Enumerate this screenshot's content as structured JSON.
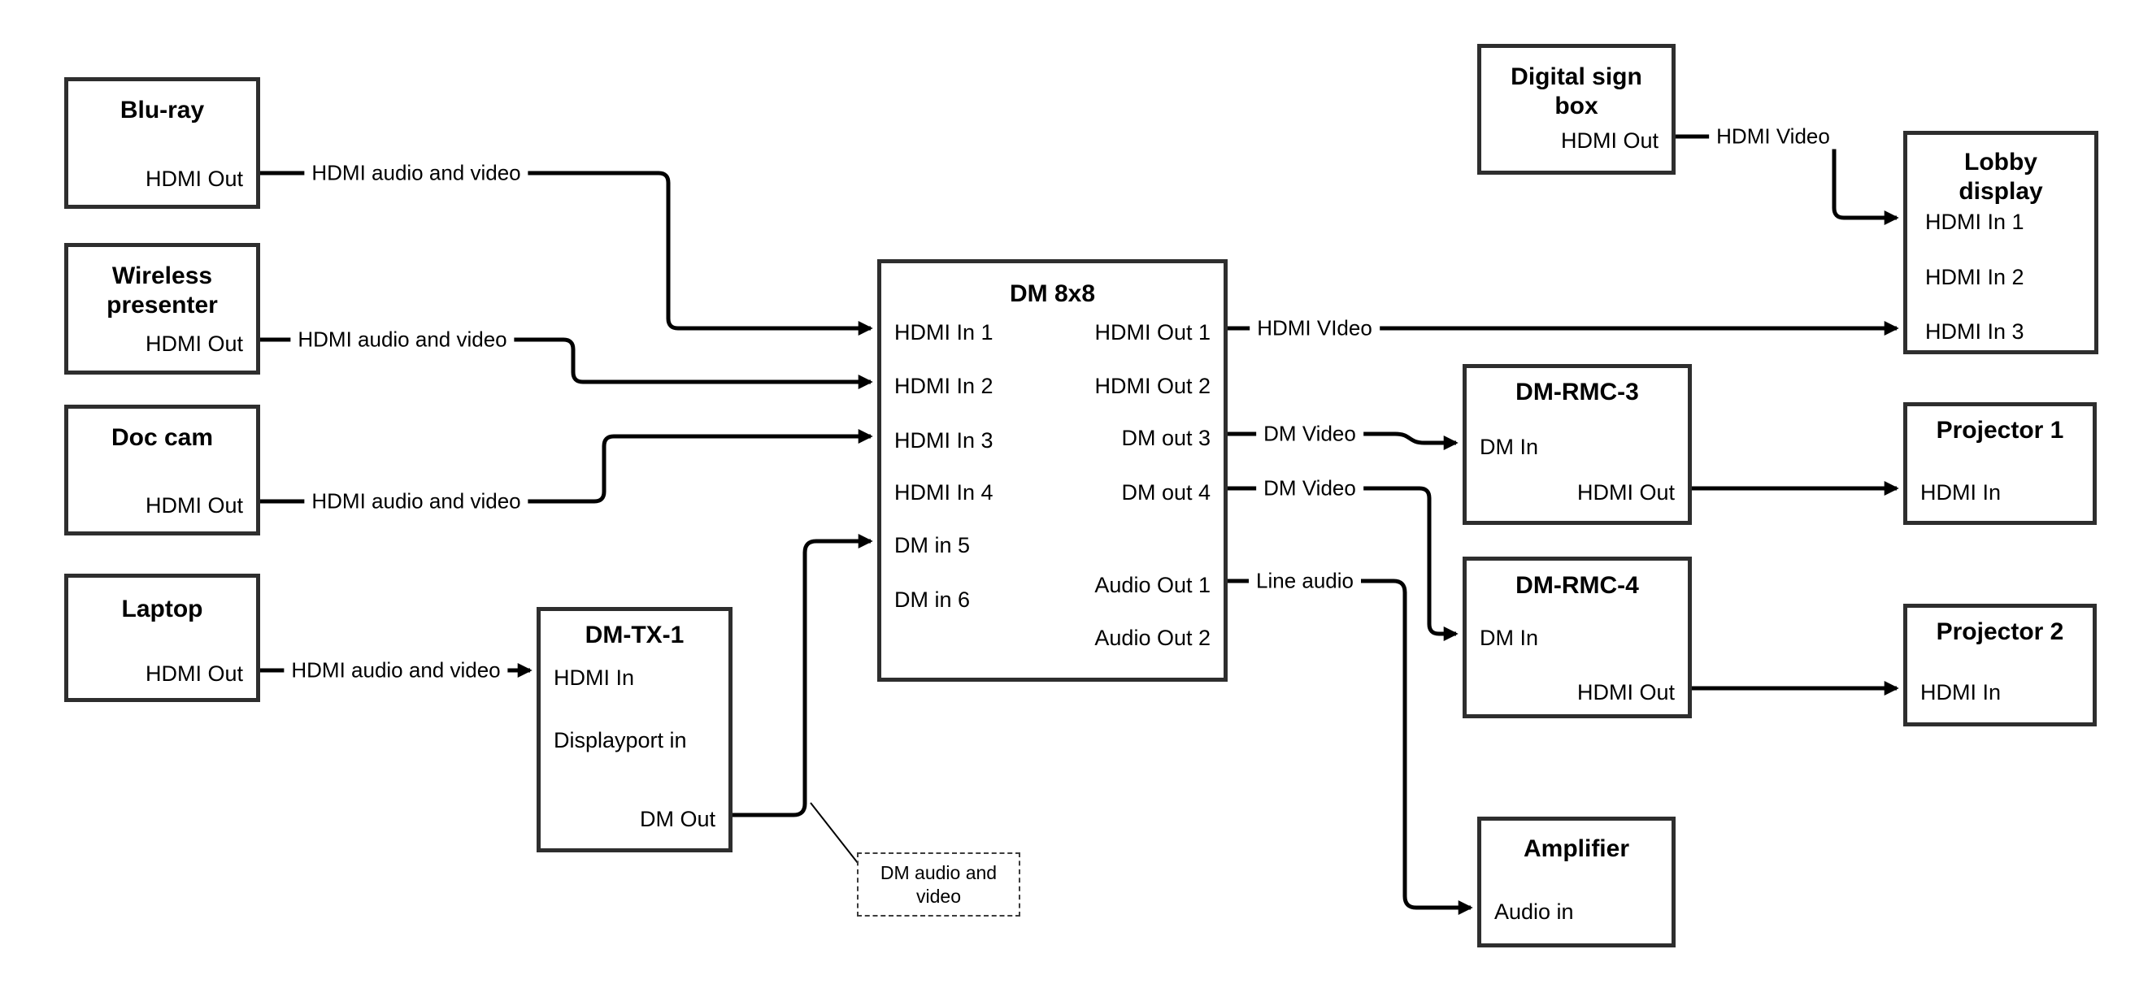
{
  "nodes": {
    "bluray": {
      "title": "Blu-ray",
      "port_out": "HDMI Out"
    },
    "wireless": {
      "title": "Wireless presenter",
      "port_out": "HDMI Out"
    },
    "doccam": {
      "title": "Doc cam",
      "port_out": "HDMI Out"
    },
    "laptop": {
      "title": "Laptop",
      "port_out": "HDMI Out"
    },
    "dmtx1": {
      "title": "DM-TX-1",
      "port_hdmi_in": "HDMI In",
      "port_dp_in": "Displayport in",
      "port_dm_out": "DM Out"
    },
    "dm8x8": {
      "title": "DM 8x8",
      "in1": "HDMI In 1",
      "in2": "HDMI In 2",
      "in3": "HDMI In 3",
      "in4": "HDMI In 4",
      "in5": "DM in 5",
      "in6": "DM in 6",
      "out1": "HDMI Out 1",
      "out2": "HDMI Out 2",
      "out3": "DM out 3",
      "out4": "DM out 4",
      "aout1": "Audio Out 1",
      "aout2": "Audio Out 2"
    },
    "digisign": {
      "title": "Digital sign box",
      "port_out": "HDMI Out"
    },
    "lobby": {
      "title": "Lobby display",
      "in1": "HDMI In 1",
      "in2": "HDMI In 2",
      "in3": "HDMI In 3"
    },
    "dmrmc3": {
      "title": "DM-RMC-3",
      "port_in": "DM In",
      "port_out": "HDMI Out"
    },
    "proj1": {
      "title": "Projector 1",
      "port_in": "HDMI In"
    },
    "dmrmc4": {
      "title": "DM-RMC-4",
      "port_in": "DM In",
      "port_out": "HDMI Out"
    },
    "proj2": {
      "title": "Projector 2",
      "port_in": "HDMI In"
    },
    "amp": {
      "title": "Amplifier",
      "port_in": "Audio in"
    }
  },
  "edge_labels": {
    "bluray_dm": "HDMI audio and video",
    "wireless_dm": "HDMI audio and video",
    "doccam_dm": "HDMI audio and video",
    "laptop_tx": "HDMI audio and video",
    "out1_lobby": "HDMI VIdeo",
    "digisign_lobby": "HDMI Video",
    "out3_rmc3": "DM Video",
    "out4_rmc4": "DM Video",
    "aout1_amp": "Line audio"
  },
  "note": {
    "text": "DM audio and video"
  },
  "colors": {
    "line": "#000000",
    "border": "#2e2e2e",
    "background": "#ffffff"
  }
}
